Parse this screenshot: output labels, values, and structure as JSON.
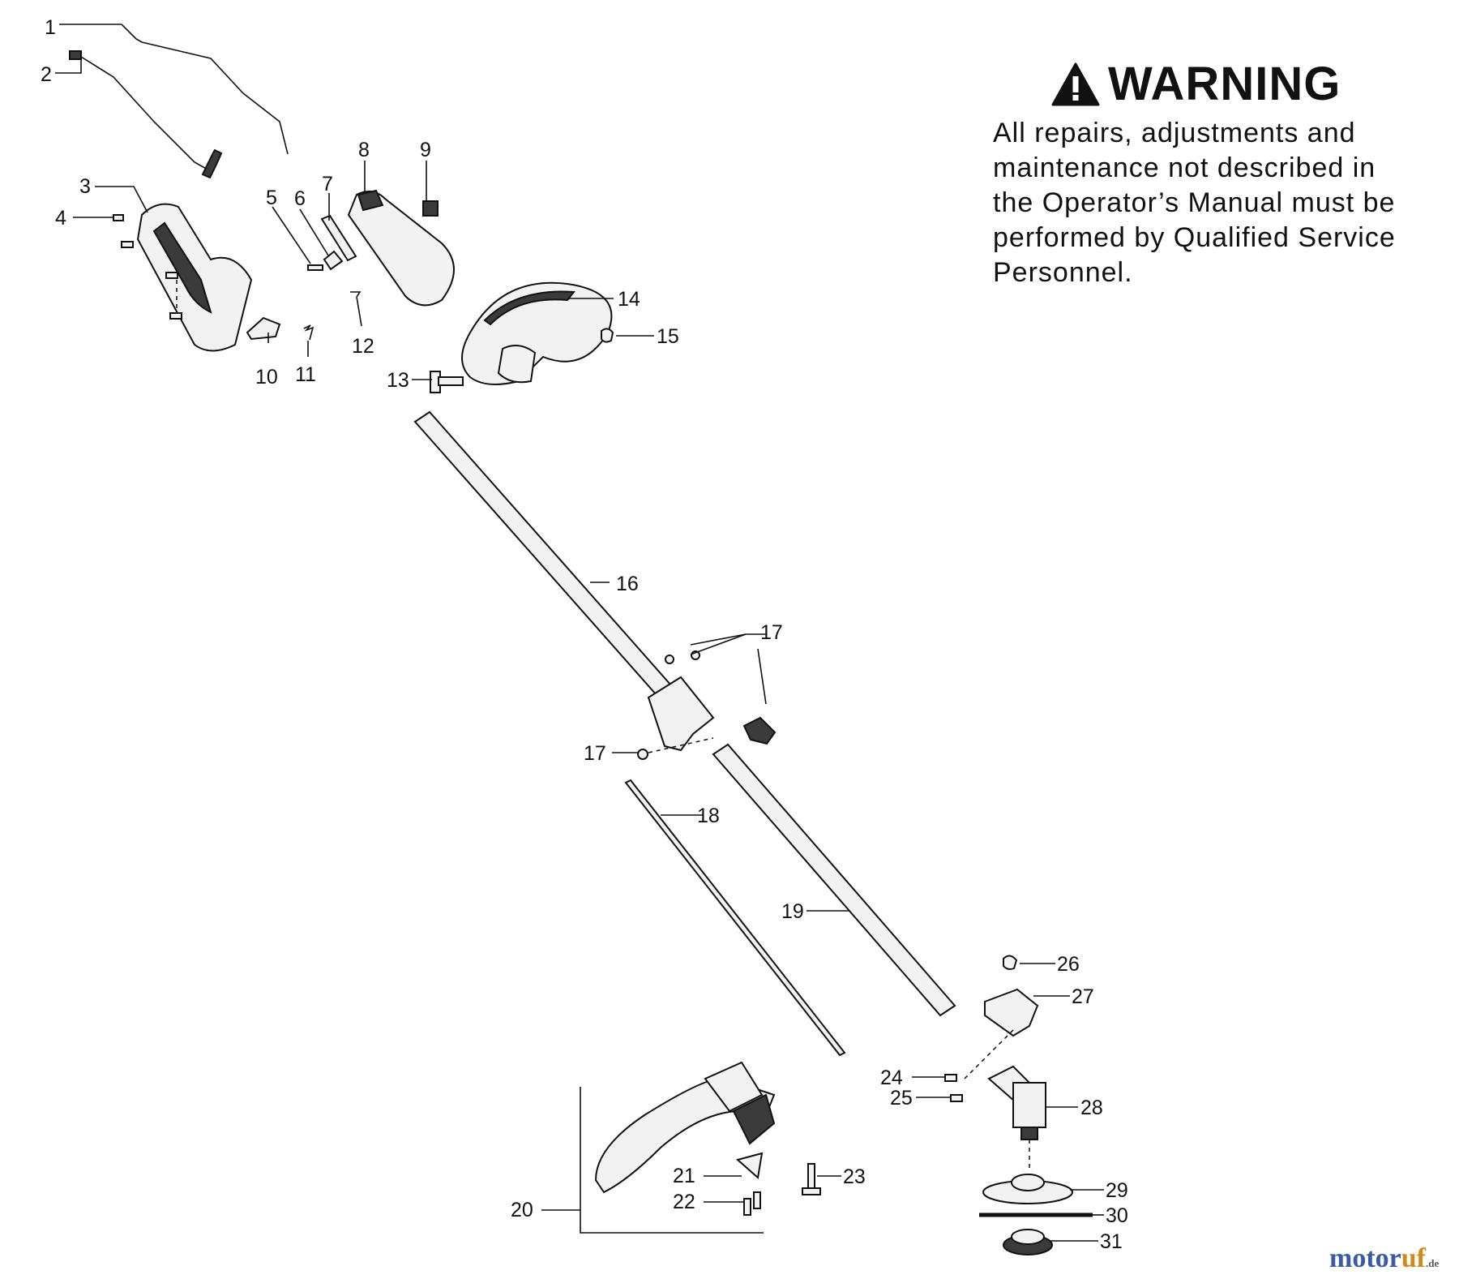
{
  "warning": {
    "heading": "WARNING",
    "icon": "warning-triangle-icon",
    "body_lines": [
      "All repairs, adjustments and",
      "maintenance not described in",
      "the Operator’s Manual must be",
      "performed by Qualified Service",
      "Personnel."
    ]
  },
  "callouts": [
    "1",
    "2",
    "3",
    "4",
    "5",
    "6",
    "7",
    "8",
    "9",
    "10",
    "11",
    "12",
    "13",
    "14",
    "15",
    "16",
    "17",
    "17",
    "18",
    "19",
    "20",
    "21",
    "22",
    "23",
    "24",
    "25",
    "26",
    "27",
    "28",
    "29",
    "30",
    "31"
  ],
  "watermark": {
    "brand_main": "motor",
    "brand_accent": "uf",
    "brand_suffix": ".de"
  },
  "colors": {
    "ink": "#111111",
    "brand_blue": "#3a5aa8",
    "brand_orange": "#d08a1a"
  }
}
